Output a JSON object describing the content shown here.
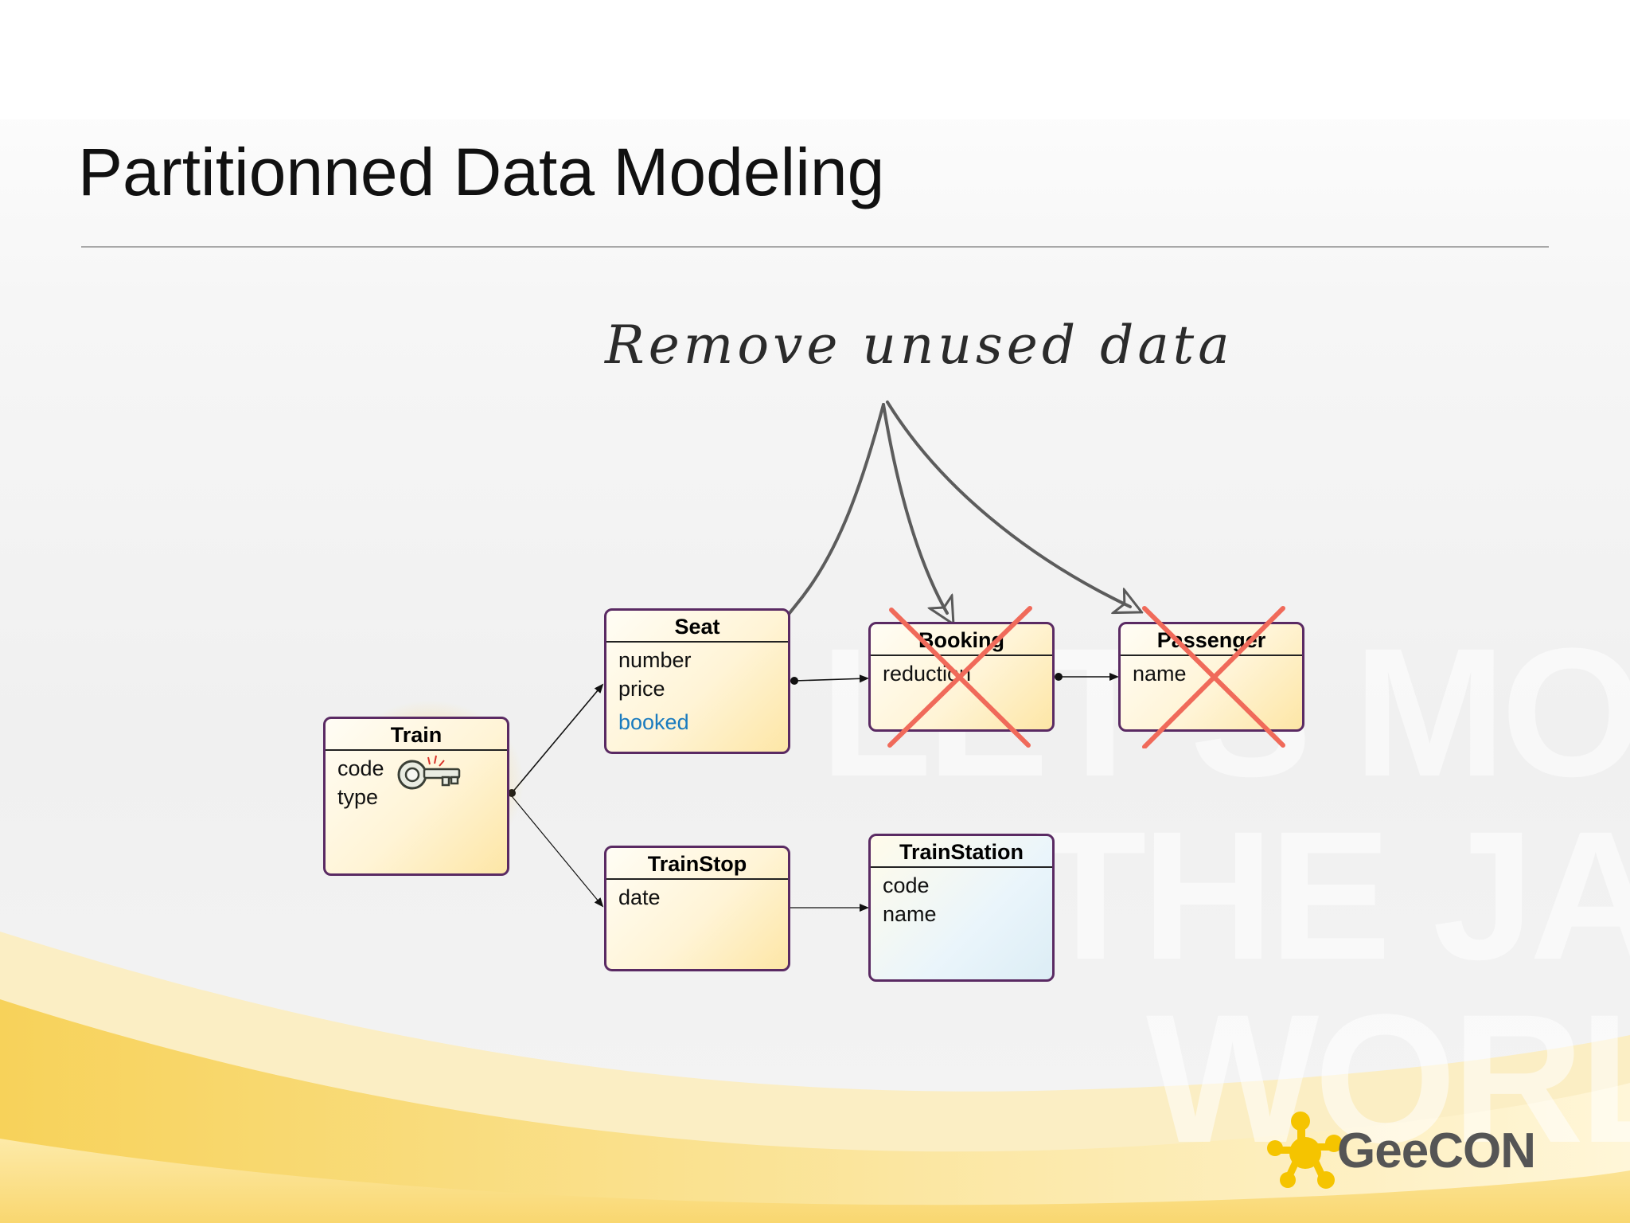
{
  "slide": {
    "title": "Partitionned Data Modeling",
    "annotation": "Remove unused data",
    "watermark": [
      "LET'S MOVE",
      "THE JAVA",
      "WORLD"
    ],
    "logo_text": "GeeCON"
  },
  "diagram": {
    "classes": [
      {
        "name": "Train",
        "attributes": [
          "code",
          "type"
        ],
        "key_attribute": "code"
      },
      {
        "name": "Seat",
        "attributes": [
          "number",
          "price",
          "booked"
        ],
        "highlighted_attribute": "booked"
      },
      {
        "name": "Booking",
        "attributes": [
          "reduction"
        ],
        "removed": true
      },
      {
        "name": "Passenger",
        "attributes": [
          "name"
        ],
        "removed": true
      },
      {
        "name": "TrainStop",
        "attributes": [
          "date"
        ]
      },
      {
        "name": "TrainStation",
        "attributes": [
          "code",
          "name"
        ]
      }
    ],
    "associations": [
      {
        "from": "Train",
        "to": "Seat"
      },
      {
        "from": "Train",
        "to": "TrainStop"
      },
      {
        "from": "Seat",
        "to": "Booking"
      },
      {
        "from": "Booking",
        "to": "Passenger"
      },
      {
        "from": "TrainStop",
        "to": "TrainStation"
      }
    ],
    "annotation_targets": [
      "booked",
      "Booking",
      "Passenger"
    ],
    "icons": [
      "key-icon",
      "cross-icon",
      "geecon-logo-icon"
    ],
    "colors": {
      "class_border": "#5a2a63",
      "class_fill": "#fff4d6",
      "station_fill": "#eaf5fb",
      "cross": "#f06a5a",
      "highlight": "#1a7bbf",
      "brand": "#f5c400"
    }
  }
}
